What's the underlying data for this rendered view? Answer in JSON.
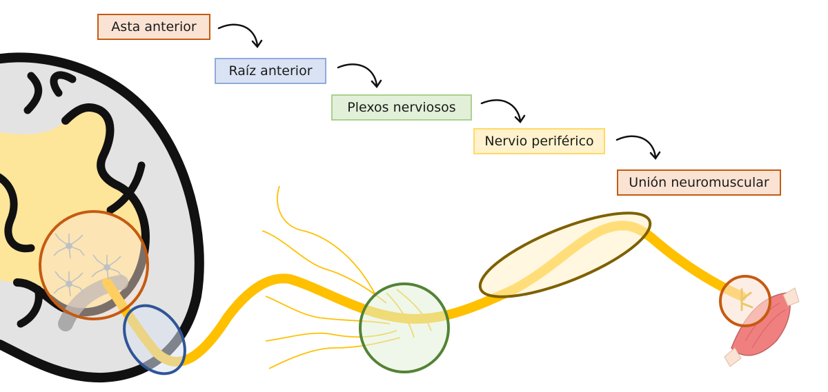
{
  "steps": [
    {
      "label": "Asta anterior",
      "fill": "#fbe3d4",
      "border": "#c55a11"
    },
    {
      "label": "Raíz anterior",
      "fill": "#dae3f3",
      "border": "#8faadc"
    },
    {
      "label": "Plexos nerviosos",
      "fill": "#e2f0d9",
      "border": "#a9d18e"
    },
    {
      "label": "Nervio periférico",
      "fill": "#fff2cc",
      "border": "#ffd966"
    },
    {
      "label": "Unión neuromuscular",
      "fill": "#fbe3d4",
      "border": "#c55a11"
    }
  ],
  "colors": {
    "nerve": "#ffc000",
    "gray_matter": "#fde59a",
    "white_matter": "#e3e3e3",
    "outline": "#111111",
    "circle_anterior_horn": "#c55a11",
    "ellipse_root": "#2f5597",
    "circle_plexus": "#548235",
    "ellipse_peripheral_nerve": "#7f6000",
    "circle_junction": "#c55a11",
    "muscle": "#f08080"
  },
  "icons": {
    "arrows": "curved-arrow-icon",
    "neurons": "neuron-icon",
    "muscle": "muscle-icon",
    "spinal_cord": "spinal-cord-icon"
  }
}
